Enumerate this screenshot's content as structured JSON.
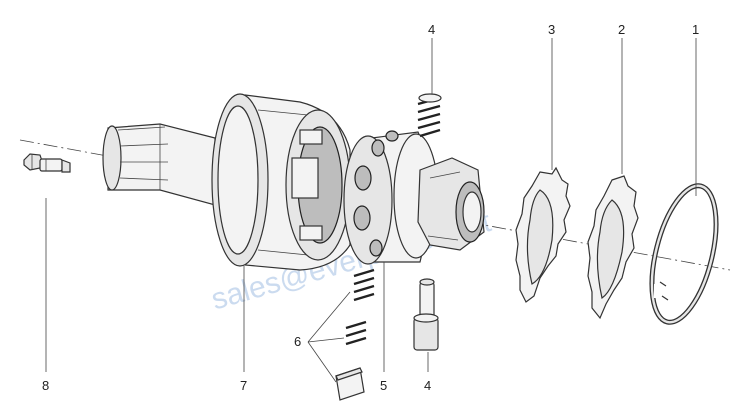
{
  "diagram": {
    "watermark": "sales@everpower.net",
    "callouts": [
      {
        "label": "1"
      },
      {
        "label": "2"
      },
      {
        "label": "3"
      },
      {
        "label": "4"
      },
      {
        "label": "4"
      },
      {
        "label": "5"
      },
      {
        "label": "6"
      },
      {
        "label": "7"
      },
      {
        "label": "8"
      }
    ]
  }
}
